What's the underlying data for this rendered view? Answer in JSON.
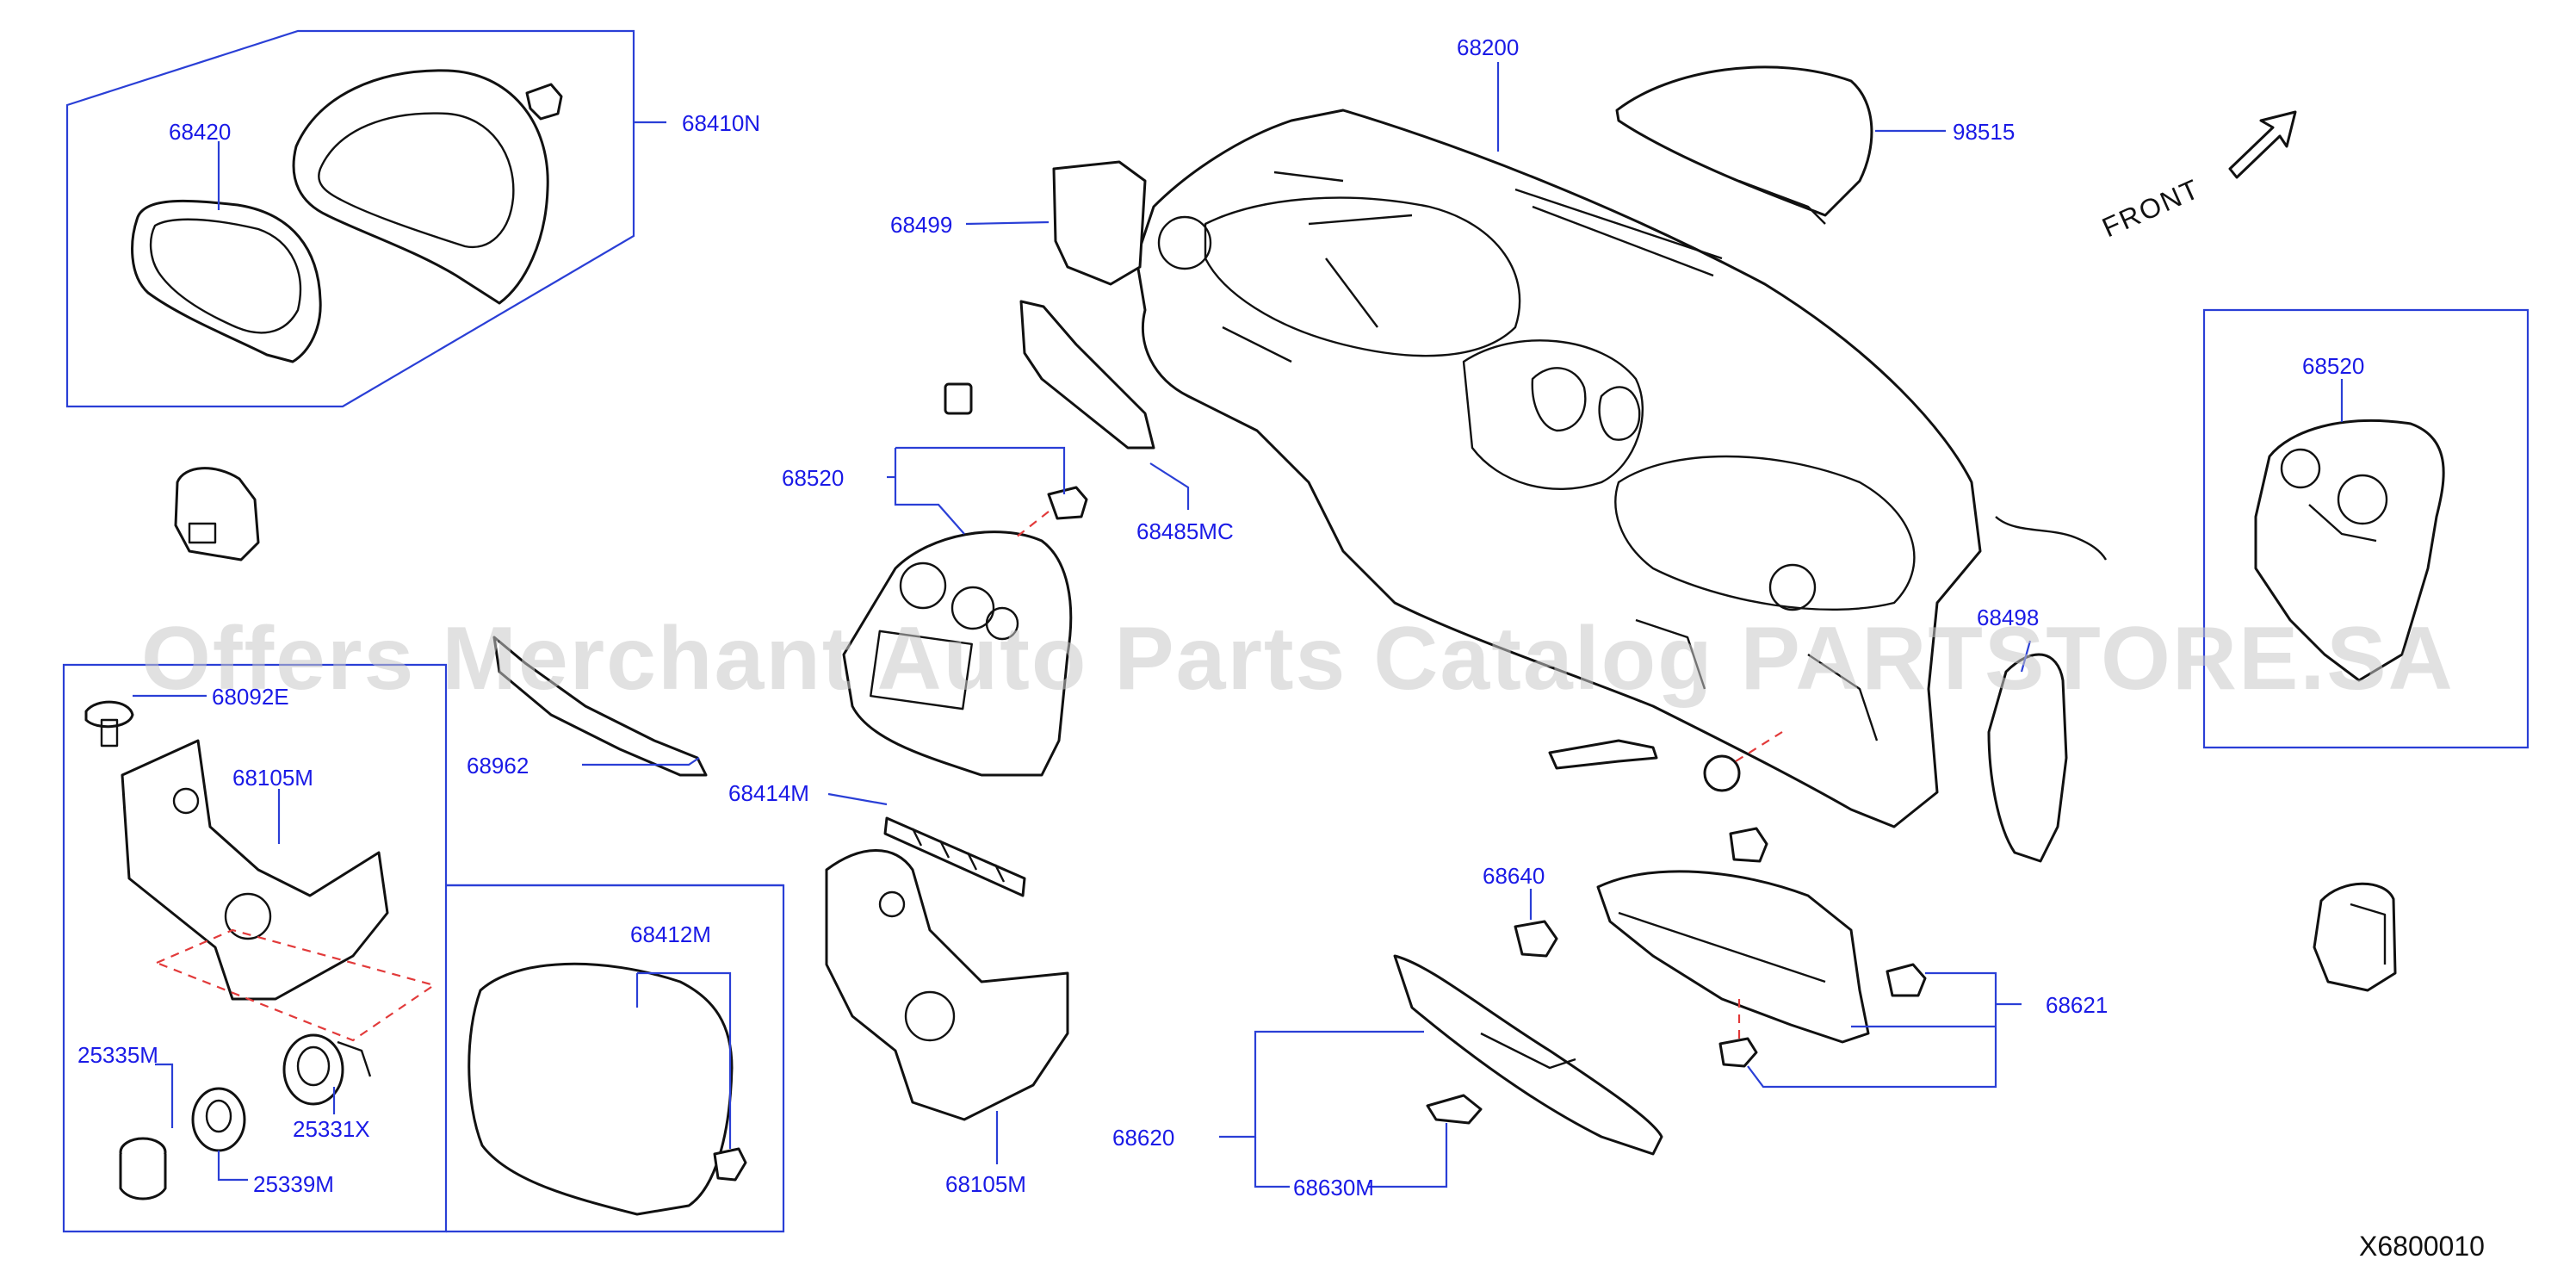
{
  "watermark": "Offers Merchant Auto Parts Catalog PARTSTORE.SA",
  "diagram_ref": "X6800010",
  "front_label": "FRONT",
  "colors": {
    "callout": "#1a1ae6",
    "leader": "#2a3fd6",
    "phantom": "#e23a3a",
    "line": "#111111",
    "watermark": "#c9c9c9"
  },
  "callouts": {
    "p68200": "68200",
    "p98515": "98515",
    "p68410N": "68410N",
    "p68420": "68420",
    "p68499": "68499",
    "p68520_mid": "68520",
    "p68485MC": "68485MC",
    "p68520_right": "68520",
    "p68498": "68498",
    "p68092E": "68092E",
    "p68105M_left": "68105M",
    "p68962": "68962",
    "p68414M": "68414M",
    "p25335M": "25335M",
    "p25331X": "25331X",
    "p25339M": "25339M",
    "p68412M": "68412M",
    "p68105M_bottom": "68105M",
    "p68640": "68640",
    "p68620": "68620",
    "p68630M": "68630M",
    "p68621": "68621"
  }
}
